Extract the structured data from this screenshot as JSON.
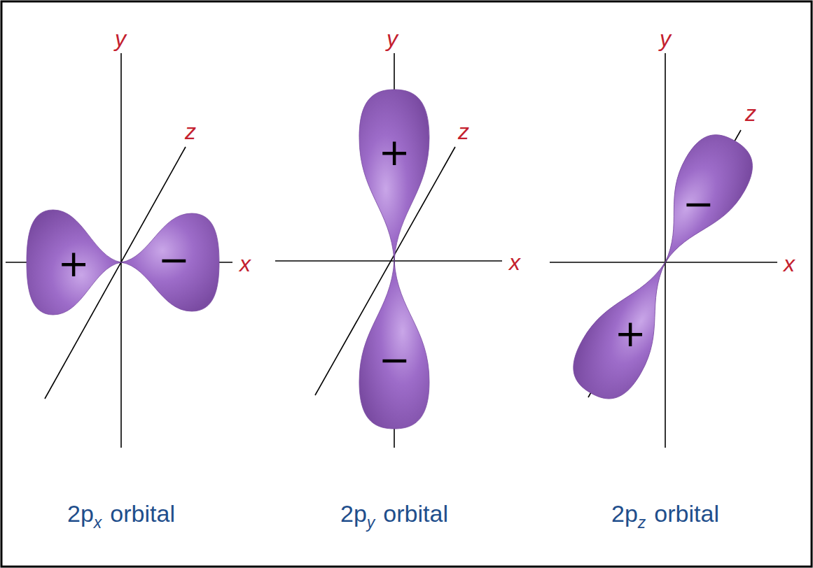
{
  "diagram": {
    "nodes": [
      {
        "text": [
          "+"
        ]
      },
      {
        "text": [
          "−"
        ]
      },
      {
        "text": [
          "+"
        ]
      },
      {
        "text": [
          "−"
        ]
      },
      {
        "text": [
          "−"
        ]
      },
      {
        "text": [
          "+"
        ]
      }
    ],
    "labels": [
      "y",
      "z",
      "x",
      "2p",
      "x",
      "orbital",
      "y",
      "z",
      "x",
      "2p",
      "y",
      "orbital",
      "y",
      "z",
      "x",
      "2p",
      "z",
      "orbital"
    ]
  }
}
